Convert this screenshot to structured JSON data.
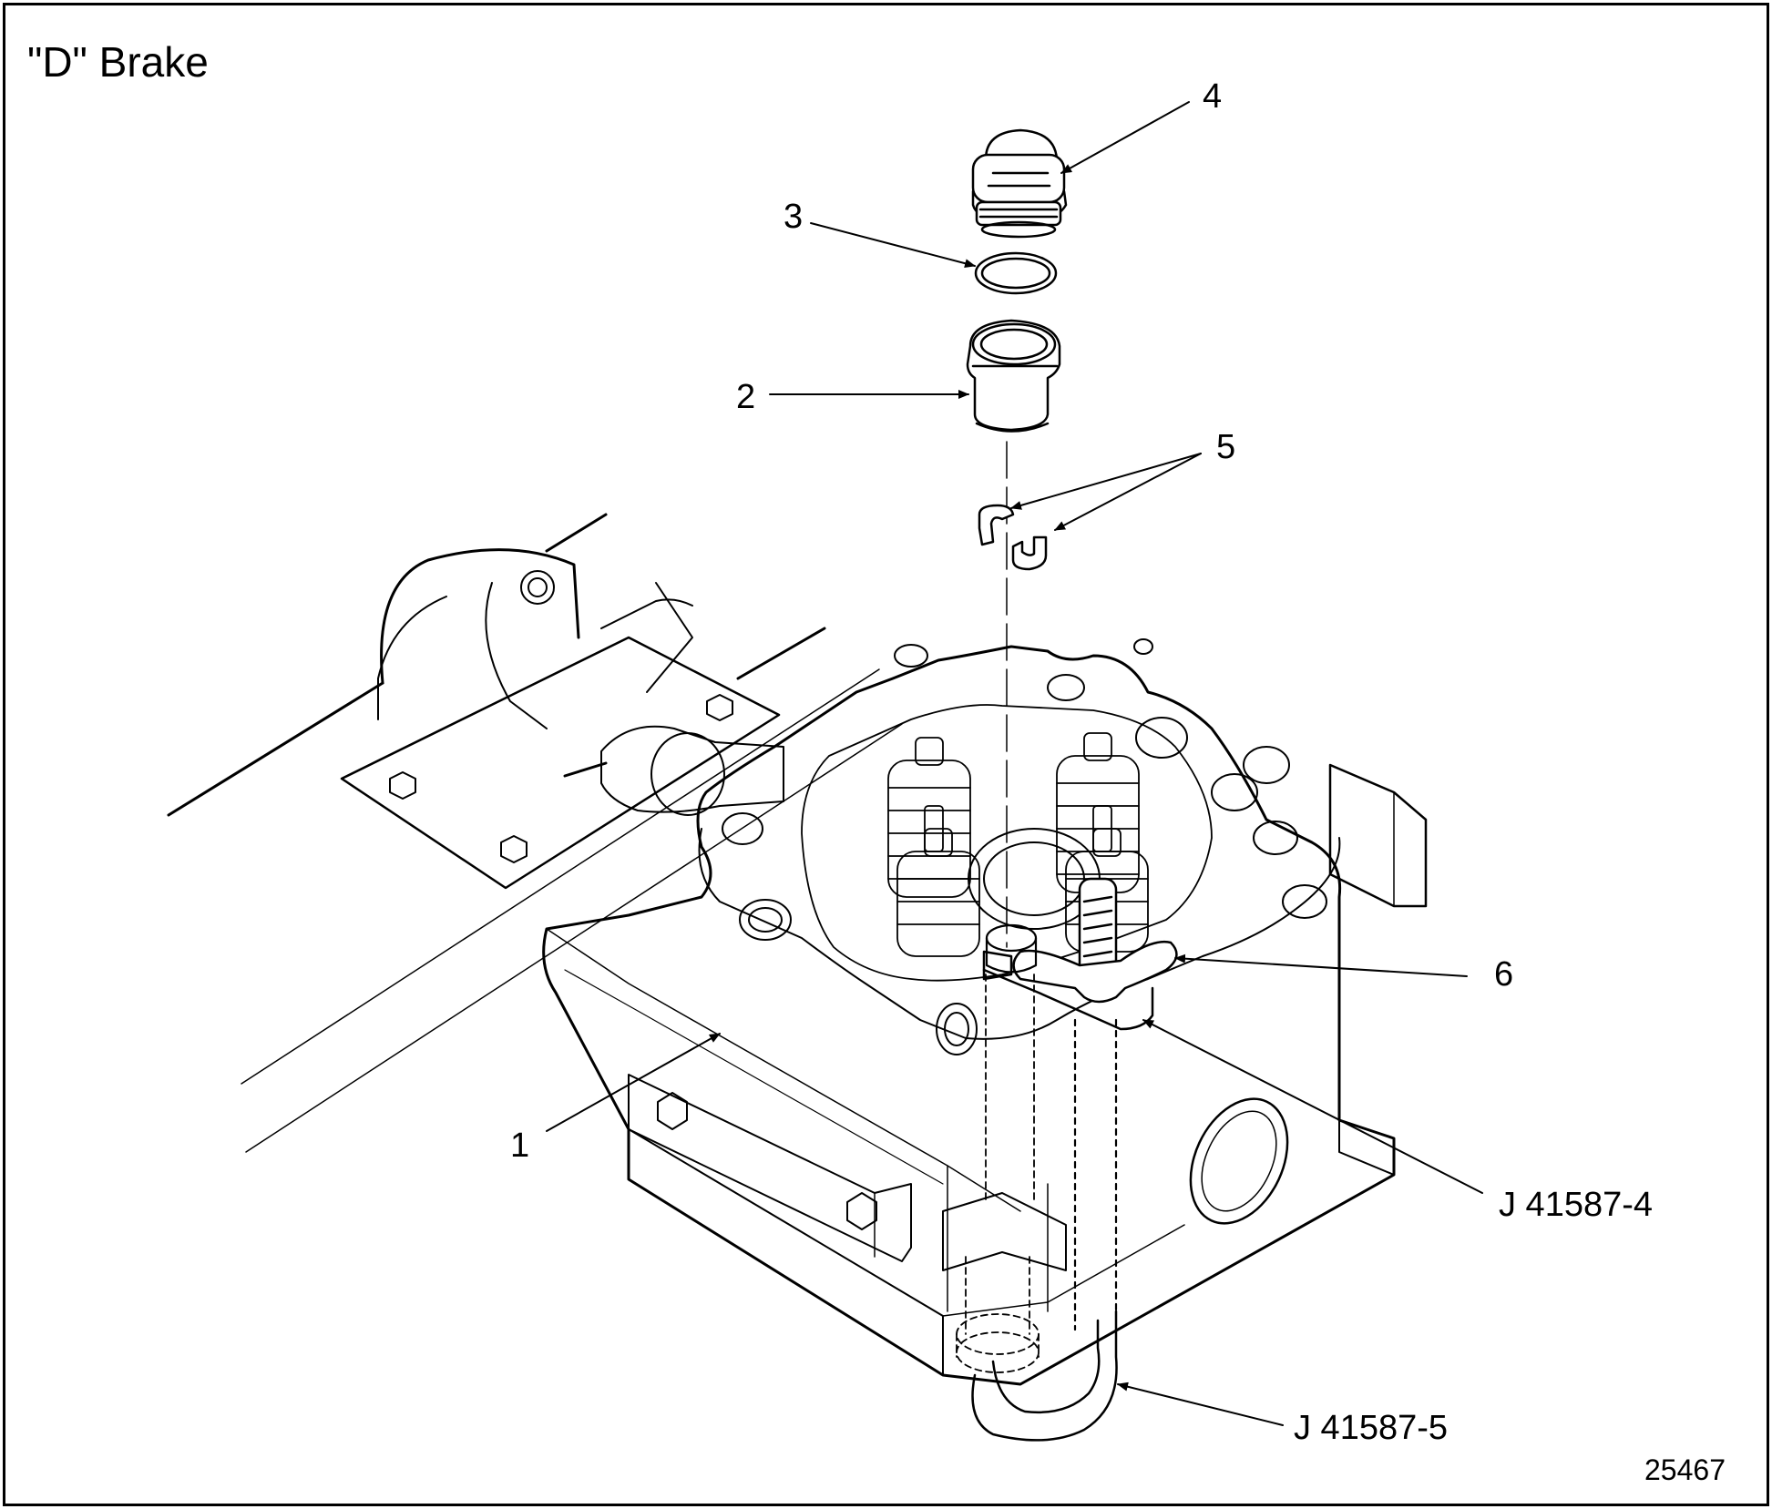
{
  "title": "\"D\" Brake",
  "figure_number": "25467",
  "callouts": {
    "c1": "1",
    "c2": "2",
    "c3": "3",
    "c4": "4",
    "c5": "5",
    "c6": "6",
    "tool_a": "J 41587-4",
    "tool_b": "J 41587-5"
  }
}
